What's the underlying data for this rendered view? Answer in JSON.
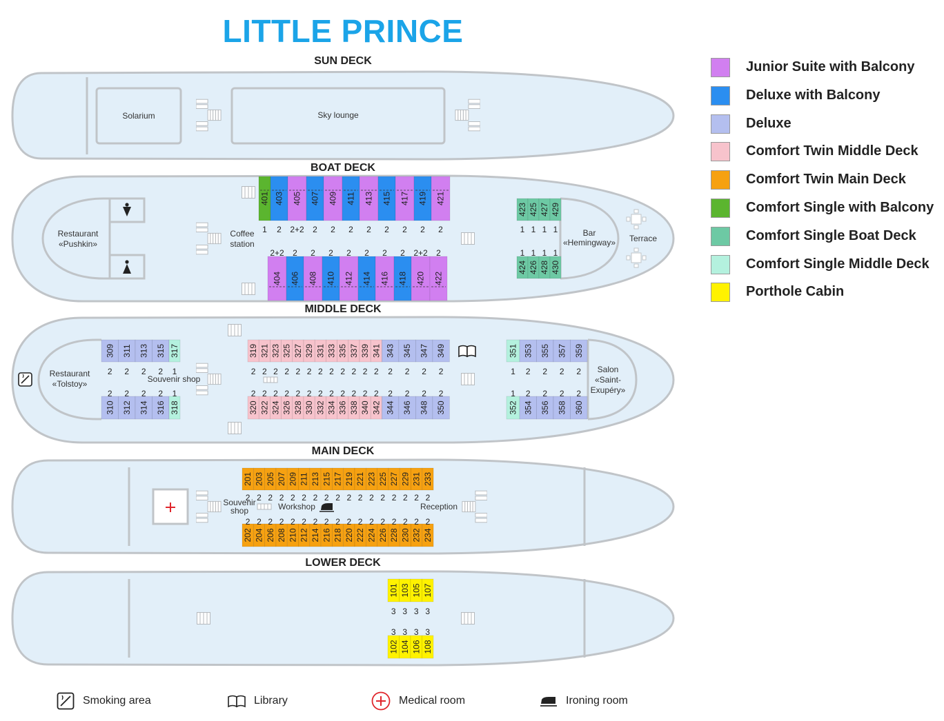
{
  "title": "LITTLE PRINCE",
  "colors": {
    "junior_suite_balcony": "#d17ff0",
    "deluxe_balcony": "#2b8ef0",
    "deluxe": "#b4bfef",
    "comfort_twin_middle": "#f7c3cc",
    "comfort_twin_main": "#f6a111",
    "comfort_single_balcony": "#5bb52f",
    "comfort_single_boat": "#6dc9a4",
    "comfort_single_middle": "#b4f1de",
    "porthole": "#fff200"
  },
  "legend": [
    {
      "label": "Junior Suite with Balcony",
      "color": "#d17ff0"
    },
    {
      "label": "Deluxe with Balcony",
      "color": "#2b8ef0"
    },
    {
      "label": "Deluxe",
      "color": "#b4bfef"
    },
    {
      "label": "Comfort Twin Middle Deck",
      "color": "#f7c3cc"
    },
    {
      "label": "Comfort Twin Main Deck",
      "color": "#f6a111"
    },
    {
      "label": "Comfort Single with Balcony",
      "color": "#5bb52f"
    },
    {
      "label": "Comfort Single Boat Deck",
      "color": "#6dc9a4"
    },
    {
      "label": "Comfort Single Middle Deck",
      "color": "#b4f1de"
    },
    {
      "label": "Porthole Cabin",
      "color": "#fff200"
    }
  ],
  "decks": {
    "sun": {
      "title": "SUN DECK",
      "rooms": {
        "solarium": "Solarium",
        "sky_lounge": "Sky lounge"
      }
    },
    "boat": {
      "title": "BOAT DECK",
      "rooms": {
        "restaurant_1": "Restaurant",
        "restaurant_2": "«Pushkin»",
        "coffee_1": "Coffee",
        "coffee_2": "station",
        "bar_1": "Bar",
        "bar_2": "«Hemingway»",
        "terrace": "Terrace"
      },
      "groups": [
        {
          "cabins": [
            {
              "n": "401",
              "b": "1",
              "c": "comfort_single_balcony"
            },
            {
              "n": "403",
              "b": "2",
              "c": "deluxe_balcony"
            },
            {
              "n": "405",
              "b": "2+2",
              "c": "junior_suite_balcony"
            },
            {
              "n": "407",
              "b": "2",
              "c": "deluxe_balcony"
            },
            {
              "n": "409",
              "b": "2",
              "c": "junior_suite_balcony"
            },
            {
              "n": "411",
              "b": "2",
              "c": "deluxe_balcony"
            },
            {
              "n": "413",
              "b": "2",
              "c": "junior_suite_balcony"
            },
            {
              "n": "415",
              "b": "2",
              "c": "deluxe_balcony"
            },
            {
              "n": "417",
              "b": "2",
              "c": "junior_suite_balcony"
            },
            {
              "n": "419",
              "b": "2",
              "c": "deluxe_balcony"
            },
            {
              "n": "421",
              "b": "2",
              "c": "junior_suite_balcony"
            }
          ]
        },
        {
          "cabins": [
            {
              "n": "404",
              "b": "2+2",
              "c": "junior_suite_balcony"
            },
            {
              "n": "406",
              "b": "2",
              "c": "deluxe_balcony"
            },
            {
              "n": "408",
              "b": "2",
              "c": "junior_suite_balcony"
            },
            {
              "n": "410",
              "b": "2",
              "c": "deluxe_balcony"
            },
            {
              "n": "412",
              "b": "2",
              "c": "junior_suite_balcony"
            },
            {
              "n": "414",
              "b": "2",
              "c": "deluxe_balcony"
            },
            {
              "n": "416",
              "b": "2",
              "c": "junior_suite_balcony"
            },
            {
              "n": "418",
              "b": "2",
              "c": "deluxe_balcony"
            },
            {
              "n": "420",
              "b": "2+2",
              "c": "junior_suite_balcony"
            },
            {
              "n": "422",
              "b": "2",
              "c": "junior_suite_balcony"
            }
          ]
        },
        {
          "cabins": [
            {
              "n": "423",
              "b": "1",
              "c": "comfort_single_boat"
            },
            {
              "n": "425",
              "b": "1",
              "c": "comfort_single_boat"
            },
            {
              "n": "427",
              "b": "1",
              "c": "comfort_single_boat"
            },
            {
              "n": "429",
              "b": "1",
              "c": "comfort_single_boat"
            }
          ]
        },
        {
          "cabins": [
            {
              "n": "424",
              "b": "1",
              "c": "comfort_single_boat"
            },
            {
              "n": "426",
              "b": "1",
              "c": "comfort_single_boat"
            },
            {
              "n": "428",
              "b": "1",
              "c": "comfort_single_boat"
            },
            {
              "n": "430",
              "b": "1",
              "c": "comfort_single_boat"
            }
          ]
        }
      ]
    },
    "middle": {
      "title": "MIDDLE DECK",
      "rooms": {
        "restaurant_1": "Restaurant",
        "restaurant_2": "«Tolstoy»",
        "souvenir": "Souvenir shop",
        "salon_1": "Salon",
        "salon_2": "«Saint-",
        "salon_3": "Exupéry»"
      },
      "groups": [
        {
          "cabins": [
            {
              "n": "309",
              "b": "2",
              "c": "deluxe"
            },
            {
              "n": "311",
              "b": "2",
              "c": "deluxe"
            },
            {
              "n": "313",
              "b": "2",
              "c": "deluxe"
            },
            {
              "n": "315",
              "b": "2",
              "c": "deluxe"
            },
            {
              "n": "317",
              "b": "1",
              "c": "comfort_single_middle"
            }
          ]
        },
        {
          "cabins": [
            {
              "n": "310",
              "b": "2",
              "c": "deluxe"
            },
            {
              "n": "312",
              "b": "2",
              "c": "deluxe"
            },
            {
              "n": "314",
              "b": "2",
              "c": "deluxe"
            },
            {
              "n": "316",
              "b": "2",
              "c": "deluxe"
            },
            {
              "n": "318",
              "b": "1",
              "c": "comfort_single_middle"
            }
          ]
        },
        {
          "cabins": [
            {
              "n": "319",
              "b": "2",
              "c": "comfort_twin_middle"
            },
            {
              "n": "321",
              "b": "2",
              "c": "comfort_twin_middle"
            },
            {
              "n": "323",
              "b": "2",
              "c": "comfort_twin_middle"
            },
            {
              "n": "325",
              "b": "2",
              "c": "comfort_twin_middle"
            },
            {
              "n": "327",
              "b": "2",
              "c": "comfort_twin_middle"
            },
            {
              "n": "329",
              "b": "2",
              "c": "comfort_twin_middle"
            },
            {
              "n": "331",
              "b": "2",
              "c": "comfort_twin_middle"
            },
            {
              "n": "333",
              "b": "2",
              "c": "comfort_twin_middle"
            },
            {
              "n": "335",
              "b": "2",
              "c": "comfort_twin_middle"
            },
            {
              "n": "337",
              "b": "2",
              "c": "comfort_twin_middle"
            },
            {
              "n": "339",
              "b": "2",
              "c": "comfort_twin_middle"
            },
            {
              "n": "341",
              "b": "2",
              "c": "comfort_twin_middle"
            },
            {
              "n": "343",
              "b": "2",
              "c": "deluxe"
            },
            {
              "n": "345",
              "b": "2",
              "c": "deluxe"
            },
            {
              "n": "347",
              "b": "2",
              "c": "deluxe"
            },
            {
              "n": "349",
              "b": "2",
              "c": "deluxe"
            }
          ]
        },
        {
          "cabins": [
            {
              "n": "320",
              "b": "2",
              "c": "comfort_twin_middle"
            },
            {
              "n": "322",
              "b": "2",
              "c": "comfort_twin_middle"
            },
            {
              "n": "324",
              "b": "2",
              "c": "comfort_twin_middle"
            },
            {
              "n": "326",
              "b": "2",
              "c": "comfort_twin_middle"
            },
            {
              "n": "328",
              "b": "2",
              "c": "comfort_twin_middle"
            },
            {
              "n": "330",
              "b": "2",
              "c": "comfort_twin_middle"
            },
            {
              "n": "332",
              "b": "2",
              "c": "comfort_twin_middle"
            },
            {
              "n": "334",
              "b": "2",
              "c": "comfort_twin_middle"
            },
            {
              "n": "336",
              "b": "2",
              "c": "comfort_twin_middle"
            },
            {
              "n": "338",
              "b": "2",
              "c": "comfort_twin_middle"
            },
            {
              "n": "340",
              "b": "2",
              "c": "comfort_twin_middle"
            },
            {
              "n": "342",
              "b": "2",
              "c": "comfort_twin_middle"
            },
            {
              "n": "344",
              "b": "2",
              "c": "deluxe"
            },
            {
              "n": "346",
              "b": "2",
              "c": "deluxe"
            },
            {
              "n": "348",
              "b": "2",
              "c": "deluxe"
            },
            {
              "n": "350",
              "b": "2",
              "c": "deluxe"
            }
          ]
        },
        {
          "cabins": [
            {
              "n": "351",
              "b": "1",
              "c": "comfort_single_middle"
            },
            {
              "n": "353",
              "b": "2",
              "c": "deluxe"
            },
            {
              "n": "355",
              "b": "2",
              "c": "deluxe"
            },
            {
              "n": "357",
              "b": "2",
              "c": "deluxe"
            },
            {
              "n": "359",
              "b": "2",
              "c": "deluxe"
            }
          ]
        },
        {
          "cabins": [
            {
              "n": "352",
              "b": "1",
              "c": "comfort_single_middle"
            },
            {
              "n": "354",
              "b": "2",
              "c": "deluxe"
            },
            {
              "n": "356",
              "b": "2",
              "c": "deluxe"
            },
            {
              "n": "358",
              "b": "2",
              "c": "deluxe"
            },
            {
              "n": "360",
              "b": "2",
              "c": "deluxe"
            }
          ]
        }
      ]
    },
    "main": {
      "title": "MAIN DECK",
      "rooms": {
        "souvenir_1": "Souvenir",
        "souvenir_2": "shop",
        "workshop": "Workshop",
        "reception": "Reception"
      },
      "groups": [
        {
          "cabins": [
            {
              "n": "201",
              "b": "2",
              "c": "comfort_twin_main"
            },
            {
              "n": "203",
              "b": "2",
              "c": "comfort_twin_main"
            },
            {
              "n": "205",
              "b": "2",
              "c": "comfort_twin_main"
            },
            {
              "n": "207",
              "b": "2",
              "c": "comfort_twin_main"
            },
            {
              "n": "209",
              "b": "2",
              "c": "comfort_twin_main"
            },
            {
              "n": "211",
              "b": "2",
              "c": "comfort_twin_main"
            },
            {
              "n": "213",
              "b": "2",
              "c": "comfort_twin_main"
            },
            {
              "n": "215",
              "b": "2",
              "c": "comfort_twin_main"
            },
            {
              "n": "217",
              "b": "2",
              "c": "comfort_twin_main"
            },
            {
              "n": "219",
              "b": "2",
              "c": "comfort_twin_main"
            },
            {
              "n": "221",
              "b": "2",
              "c": "comfort_twin_main"
            },
            {
              "n": "223",
              "b": "2",
              "c": "comfort_twin_main"
            },
            {
              "n": "225",
              "b": "2",
              "c": "comfort_twin_main"
            },
            {
              "n": "227",
              "b": "2",
              "c": "comfort_twin_main"
            },
            {
              "n": "229",
              "b": "2",
              "c": "comfort_twin_main"
            },
            {
              "n": "231",
              "b": "2",
              "c": "comfort_twin_main"
            },
            {
              "n": "233",
              "b": "2",
              "c": "comfort_twin_main"
            }
          ]
        },
        {
          "cabins": [
            {
              "n": "202",
              "b": "2",
              "c": "comfort_twin_main"
            },
            {
              "n": "204",
              "b": "2",
              "c": "comfort_twin_main"
            },
            {
              "n": "206",
              "b": "2",
              "c": "comfort_twin_main"
            },
            {
              "n": "208",
              "b": "2",
              "c": "comfort_twin_main"
            },
            {
              "n": "210",
              "b": "2",
              "c": "comfort_twin_main"
            },
            {
              "n": "212",
              "b": "2",
              "c": "comfort_twin_main"
            },
            {
              "n": "214",
              "b": "2",
              "c": "comfort_twin_main"
            },
            {
              "n": "216",
              "b": "2",
              "c": "comfort_twin_main"
            },
            {
              "n": "218",
              "b": "2",
              "c": "comfort_twin_main"
            },
            {
              "n": "220",
              "b": "2",
              "c": "comfort_twin_main"
            },
            {
              "n": "222",
              "b": "2",
              "c": "comfort_twin_main"
            },
            {
              "n": "224",
              "b": "2",
              "c": "comfort_twin_main"
            },
            {
              "n": "226",
              "b": "2",
              "c": "comfort_twin_main"
            },
            {
              "n": "228",
              "b": "2",
              "c": "comfort_twin_main"
            },
            {
              "n": "230",
              "b": "2",
              "c": "comfort_twin_main"
            },
            {
              "n": "232",
              "b": "2",
              "c": "comfort_twin_main"
            },
            {
              "n": "234",
              "b": "2",
              "c": "comfort_twin_main"
            }
          ]
        }
      ]
    },
    "lower": {
      "title": "LOWER DECK",
      "groups": [
        {
          "cabins": [
            {
              "n": "101",
              "b": "3",
              "c": "porthole"
            },
            {
              "n": "103",
              "b": "3",
              "c": "porthole"
            },
            {
              "n": "105",
              "b": "3",
              "c": "porthole"
            },
            {
              "n": "107",
              "b": "3",
              "c": "porthole"
            }
          ]
        },
        {
          "cabins": [
            {
              "n": "102",
              "b": "3",
              "c": "porthole"
            },
            {
              "n": "104",
              "b": "3",
              "c": "porthole"
            },
            {
              "n": "106",
              "b": "3",
              "c": "porthole"
            },
            {
              "n": "108",
              "b": "3",
              "c": "porthole"
            }
          ]
        }
      ]
    }
  },
  "footer": [
    {
      "label": "Smoking area",
      "icon": "smoking-icon"
    },
    {
      "label": "Library",
      "icon": "library-icon"
    },
    {
      "label": "Medical room",
      "icon": "medical-icon"
    },
    {
      "label": "Ironing room",
      "icon": "ironing-icon"
    }
  ]
}
